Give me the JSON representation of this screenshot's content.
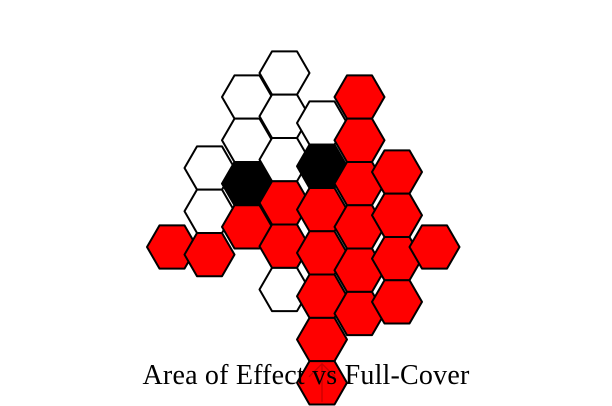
{
  "caption": "Area of Effect vs Full-Cover",
  "colors": {
    "red": "#ff0000",
    "black": "#000000",
    "white": "#ffffff",
    "stroke": "#000000",
    "arrow": "#cc0000"
  },
  "grid": {
    "columns": [
      {
        "col": 0,
        "cells": [
          "red"
        ]
      },
      {
        "col": 1,
        "cells": [
          "white",
          "white",
          "red"
        ]
      },
      {
        "col": 2,
        "cells": [
          "white",
          "white",
          "black",
          "red"
        ]
      },
      {
        "col": 3,
        "cells": [
          "white",
          "white",
          "white",
          "red",
          "red",
          "white"
        ]
      },
      {
        "col": 4,
        "cells": [
          "white",
          "black",
          "red",
          "red",
          "red",
          "red",
          "red"
        ]
      },
      {
        "col": 5,
        "cells": [
          "red",
          "red",
          "red",
          "red",
          "red",
          "red"
        ]
      },
      {
        "col": 6,
        "cells": [
          "red",
          "red",
          "red",
          "red"
        ]
      },
      {
        "col": 7,
        "cells": [
          "red"
        ]
      }
    ],
    "marked_cell": {
      "col": 4,
      "row": 6,
      "marker": "up-arrow-icon"
    }
  }
}
